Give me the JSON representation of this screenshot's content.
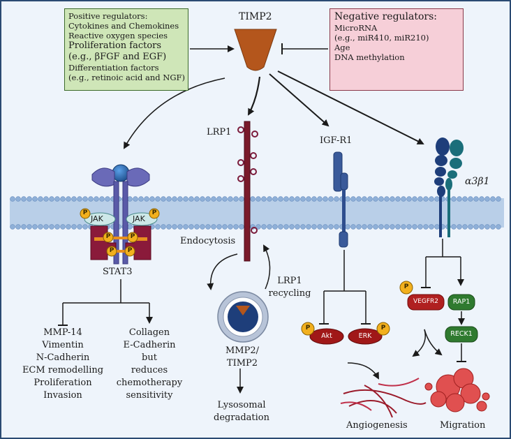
{
  "positive_regulators": {
    "title": "Positive regulators:",
    "items": [
      "Cytokines and Chemokines",
      "Reactive oxygen species",
      "Proliferation factors",
      "(e.g., βFGF and EGF)",
      "Differentiation factors",
      "(e.g., retinoic acid and NGF)"
    ]
  },
  "negative_regulators": {
    "title": "Negative regulators:",
    "items": [
      "MicroRNA",
      "(e.g., miR410, miR210)",
      "Age",
      "DNA methylation"
    ]
  },
  "center": {
    "timp2": "TIMP2"
  },
  "receptors": {
    "lrp1": "LRP1",
    "igfr1": "IGF-R1",
    "integrin": "α3β1"
  },
  "stat3_panel": {
    "jak": "JAK",
    "stat3": "STAT3",
    "phospho": "P",
    "inhibited_list": [
      "MMP-14",
      "Vimentin",
      "N-Cadherin",
      "ECM remodelling",
      "Proliferation",
      "Invasion"
    ],
    "activated_list": [
      "Collagen",
      "E-Cadherin",
      "but",
      "reduces",
      "chemotherapy",
      "sensitivity"
    ]
  },
  "lrp1_panel": {
    "endocytosis": "Endocytosis",
    "recycling_1": "LRP1",
    "recycling_2": "recycling",
    "complex_1": "MMP2/",
    "complex_2": "TIMP2",
    "outcome_1": "Lysosomal",
    "outcome_2": "degradation"
  },
  "igfr_panel": {
    "akt": "Akt",
    "erk": "ERK",
    "outcome": "Angiogenesis"
  },
  "integrin_panel": {
    "vegfr2": "VEGFR2",
    "rap1": "RAP1",
    "reck1": "RECK1",
    "outcome": "Migration"
  },
  "colors": {
    "frame": "#2a4a72",
    "background": "#eef4fb",
    "positive_box": "#cfe6b8",
    "negative_box": "#f6cfd8",
    "timp2": "#b4561c",
    "receptor_blue": "#3a5a9a",
    "lrp1": "#7a1a2a",
    "akt_erk": "#a01818",
    "vegfr2": "#b02020",
    "rap1_reck1": "#2f7a2f",
    "phospho": "#f2b01e",
    "integrin_beta": "#1a6e7a"
  }
}
